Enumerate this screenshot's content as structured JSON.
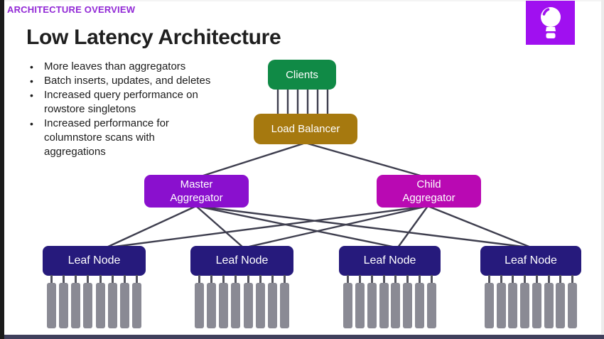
{
  "slide": {
    "kicker": "ARCHITECTURE OVERVIEW",
    "kicker_color": "#9229d6",
    "title": "Low Latency Architecture",
    "bullets": [
      "More leaves than aggregators",
      "Batch inserts, updates, and deletes",
      "Increased query performance on\nrowstore singletons",
      "Increased performance for\ncolumnstore scans with\naggregations"
    ]
  },
  "corner_icon": {
    "name": "lightbulb",
    "background": "#a010f0",
    "glyph_color": "#ffffff"
  },
  "diagram": {
    "nodes": {
      "clients": {
        "label": "Clients",
        "color": "#108a46"
      },
      "load_balancer": {
        "label": "Load Balancer",
        "color": "#a6790f"
      },
      "master_aggregator": {
        "line1": "Master",
        "line2": "Aggregator",
        "color": "#8a10ce"
      },
      "child_aggregator": {
        "line1": "Child",
        "line2": "Aggregator",
        "color": "#b909b3"
      },
      "leaf": {
        "label": "Leaf Node",
        "color": "#261a7c",
        "count": 4
      }
    },
    "partitions_per_leaf": 8,
    "partition_color": "#8a8a94",
    "line_color": "#3e3e4e",
    "edges": [
      {
        "from": "Clients",
        "to": "Load Balancer",
        "links": 6
      },
      {
        "from": "Load Balancer",
        "to": "Master Aggregator",
        "links": 1
      },
      {
        "from": "Load Balancer",
        "to": "Child Aggregator",
        "links": 1
      },
      {
        "from": "Master Aggregator",
        "to": "Leaf Node 1",
        "links": 1
      },
      {
        "from": "Master Aggregator",
        "to": "Leaf Node 2",
        "links": 1
      },
      {
        "from": "Master Aggregator",
        "to": "Leaf Node 3",
        "links": 1
      },
      {
        "from": "Master Aggregator",
        "to": "Leaf Node 4",
        "links": 1
      },
      {
        "from": "Child Aggregator",
        "to": "Leaf Node 1",
        "links": 1
      },
      {
        "from": "Child Aggregator",
        "to": "Leaf Node 2",
        "links": 1
      },
      {
        "from": "Child Aggregator",
        "to": "Leaf Node 3",
        "links": 1
      },
      {
        "from": "Child Aggregator",
        "to": "Leaf Node 4",
        "links": 1
      }
    ]
  }
}
